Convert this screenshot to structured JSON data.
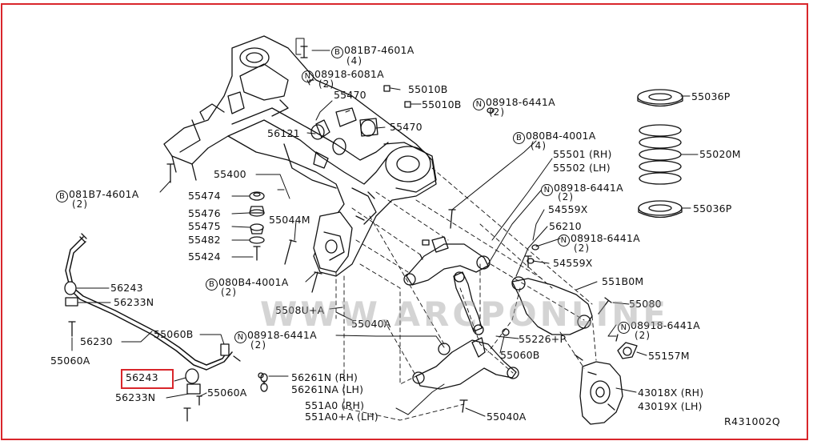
{
  "diagram_ref": "R431002Q",
  "watermark": "WWW.ARCPONLINE",
  "highlighted_part": "56243",
  "callouts": {
    "b081b7_4601a_top": {
      "prefix": "B",
      "code": "081B7-4601A",
      "qty": "(4)"
    },
    "n08918_6081a": {
      "prefix": "N",
      "code": "08918-6081A",
      "qty": "(2)"
    },
    "p55010b_a": "55010B",
    "p55010b_b": "55010B",
    "p55470_a": "55470",
    "p55470_b": "55470",
    "n08918_6441a_top": {
      "prefix": "N",
      "code": "08918-6441A",
      "qty": "(2)"
    },
    "p56121": "56121",
    "b080b4_4001a_top": {
      "prefix": "B",
      "code": "080B4-4001A",
      "qty": "(4)"
    },
    "p55501": "55501 (RH)",
    "p55502": "55502 (LH)",
    "p55400": "55400",
    "b081b7_4601a_left": {
      "prefix": "B",
      "code": "081B7-4601A",
      "qty": "(2)"
    },
    "p55474": "55474",
    "p55476": "55476",
    "p55475": "55475",
    "p55482": "55482",
    "p55424": "55424",
    "p55044m": "55044M",
    "n08918_6441a_mid": {
      "prefix": "N",
      "code": "08918-6441A",
      "qty": "(2)"
    },
    "p54559x_a": "54559X",
    "p56210": "56210",
    "n08918_6441a_right": {
      "prefix": "N",
      "code": "08918-6441A",
      "qty": "(2)"
    },
    "p54559x_b": "54559X",
    "p551b0m": "551B0M",
    "b080b4_4001a_left": {
      "prefix": "B",
      "code": "080B4-4001A",
      "qty": "(2)"
    },
    "p55080": "55080",
    "p55036p_top": "55036P",
    "p55020m": "55020M",
    "p55036p_bottom": "55036P",
    "p56243_top": "56243",
    "p56233n_top": "56233N",
    "p55060a_left": "55060A",
    "p56230": "56230",
    "p55060b_left": "55060B",
    "n08918_6441a_low": {
      "prefix": "N",
      "code": "08918-6441A",
      "qty": "(2)"
    },
    "p56243_box": "56243",
    "p56233n_bottom": "56233N",
    "p55060a_bottom": "55060A",
    "p56261n": "56261N (RH)",
    "p56261na": "56261NA (LH)",
    "p551a0": "551A0 (RH)",
    "p551a0a": "551A0+A (LH)",
    "p55040a_bottom": "55040A",
    "p55040a_mid": "55040A",
    "p5508u": "5508U+A",
    "p55226p": "55226+P",
    "p55060b_right": "55060B",
    "n08918_6441a_lowright": {
      "prefix": "N",
      "code": "08918-6441A",
      "qty": "(2)"
    },
    "p55157m": "55157M",
    "p43018x": "43018X (RH)",
    "p43019x": "43019X (LH)"
  }
}
